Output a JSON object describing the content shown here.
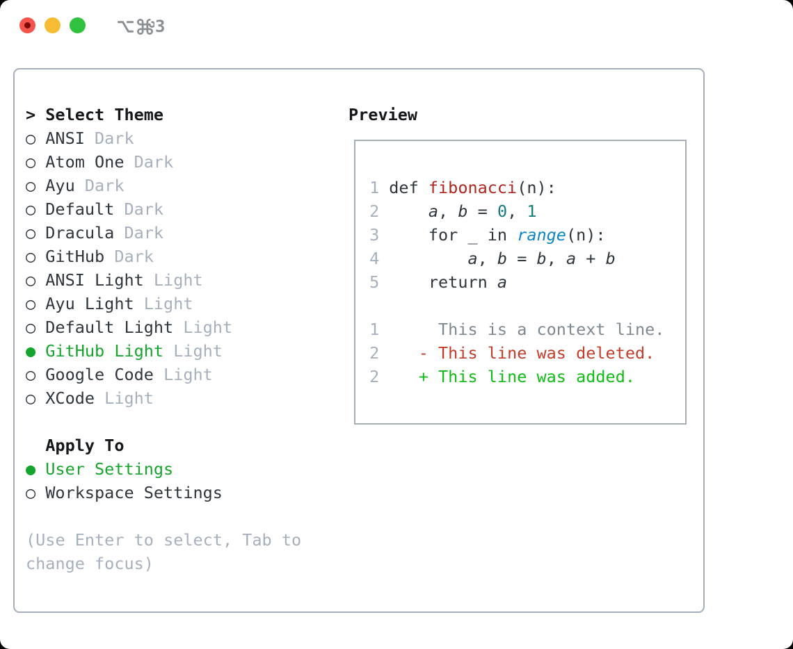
{
  "window": {
    "title_icons": [
      "option-key",
      "command-key"
    ],
    "title_number": "3",
    "traffic_lights": [
      "close",
      "minimize",
      "zoom"
    ]
  },
  "left": {
    "prompt": ">",
    "title": "Select Theme",
    "bullet_unselected": "○",
    "bullet_selected": "●",
    "themes": [
      {
        "label": "ANSI",
        "tag": "Dark",
        "selected": false
      },
      {
        "label": "Atom One",
        "tag": "Dark",
        "selected": false
      },
      {
        "label": "Ayu",
        "tag": "Dark",
        "selected": false
      },
      {
        "label": "Default",
        "tag": "Dark",
        "selected": false
      },
      {
        "label": "Dracula",
        "tag": "Dark",
        "selected": false
      },
      {
        "label": "GitHub",
        "tag": "Dark",
        "selected": false
      },
      {
        "label": "ANSI Light",
        "tag": "Light",
        "selected": false
      },
      {
        "label": "Ayu Light",
        "tag": "Light",
        "selected": false
      },
      {
        "label": "Default Light",
        "tag": "Light",
        "selected": false
      },
      {
        "label": "GitHub Light",
        "tag": "Light",
        "selected": true
      },
      {
        "label": "Google Code",
        "tag": "Light",
        "selected": false
      },
      {
        "label": "XCode",
        "tag": "Light",
        "selected": false
      }
    ],
    "apply_title": "Apply To",
    "apply_options": [
      {
        "label": "User Settings",
        "selected": true
      },
      {
        "label": "Workspace Settings",
        "selected": false
      }
    ],
    "hint1": "(Use Enter to select, Tab to",
    "hint2": "change focus)"
  },
  "preview": {
    "title": "Preview",
    "lines": [
      {
        "num": "1",
        "segs": [
          {
            "t": "def ",
            "c": "code"
          },
          {
            "t": "fibonacci",
            "c": "fn"
          },
          {
            "t": "(n):",
            "c": "code"
          }
        ]
      },
      {
        "num": "2",
        "segs": [
          {
            "t": "    ",
            "c": "code"
          },
          {
            "t": "a",
            "c": "var"
          },
          {
            "t": ", ",
            "c": "code"
          },
          {
            "t": "b",
            "c": "var"
          },
          {
            "t": " = ",
            "c": "code"
          },
          {
            "t": "0",
            "c": "lit"
          },
          {
            "t": ", ",
            "c": "code"
          },
          {
            "t": "1",
            "c": "lit"
          }
        ]
      },
      {
        "num": "3",
        "segs": [
          {
            "t": "    for _ in ",
            "c": "code"
          },
          {
            "t": "range",
            "c": "blue"
          },
          {
            "t": "(n):",
            "c": "code"
          }
        ]
      },
      {
        "num": "4",
        "segs": [
          {
            "t": "        ",
            "c": "code"
          },
          {
            "t": "a",
            "c": "var"
          },
          {
            "t": ", ",
            "c": "code"
          },
          {
            "t": "b",
            "c": "var"
          },
          {
            "t": " = ",
            "c": "code"
          },
          {
            "t": "b",
            "c": "var"
          },
          {
            "t": ", ",
            "c": "code"
          },
          {
            "t": "a",
            "c": "var"
          },
          {
            "t": " + ",
            "c": "code"
          },
          {
            "t": "b",
            "c": "var"
          }
        ]
      },
      {
        "num": "5",
        "segs": [
          {
            "t": "    return ",
            "c": "code"
          },
          {
            "t": "a",
            "c": "var"
          }
        ]
      },
      {
        "num": "",
        "segs": []
      },
      {
        "num": "1",
        "segs": [
          {
            "t": "     This is a context line.",
            "c": "ctx"
          }
        ]
      },
      {
        "num": "2",
        "segs": [
          {
            "t": "   ",
            "c": "code"
          },
          {
            "t": "- This line was deleted.",
            "c": "del"
          }
        ]
      },
      {
        "num": "2",
        "segs": [
          {
            "t": "   ",
            "c": "code"
          },
          {
            "t": "+ This line was added.",
            "c": "add"
          }
        ]
      }
    ]
  },
  "colors": {
    "black": "#15181b",
    "name": "#2e353c",
    "code": "#2e353c",
    "muted": "#a6b0bd",
    "ctx": "#7f8890",
    "green": "#16a52c",
    "green_add": "#10bd16",
    "red_del": "#c43b2a",
    "red_fn": "#b1261e",
    "teal": "#137d7b",
    "blue": "#0c85c7",
    "border": "#a6aeb9",
    "title_gray": "#8a8f94",
    "tl_red": "#f4544d",
    "tl_yellow": "#f6bd32",
    "tl_green": "#30c13e",
    "tl_dot": "#7b0d05"
  }
}
